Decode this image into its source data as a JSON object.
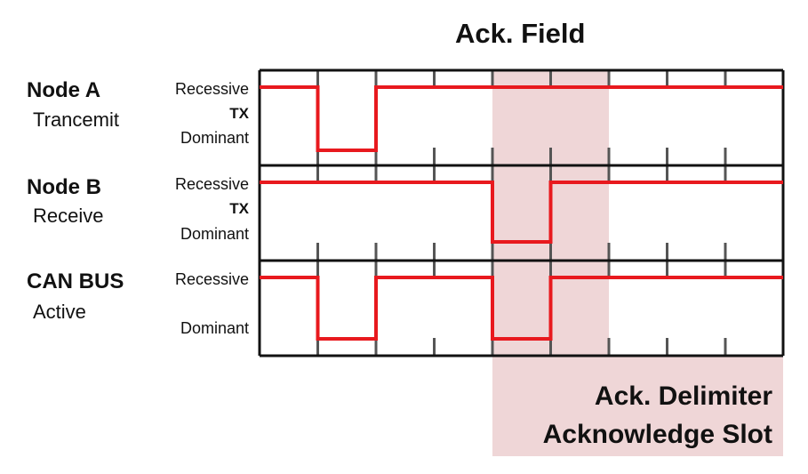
{
  "title": "Ack. Field",
  "colors": {
    "signal": "#e8191e",
    "highlight": "#efd6d7",
    "frame": "#111111",
    "tick": "#555555"
  },
  "rows": [
    {
      "name": "Node A",
      "mode": "Trancemit",
      "recessive": "Recessive",
      "dominant": "Dominant",
      "tx": "TX",
      "levels": [
        "R",
        "D",
        "R",
        "R",
        "R",
        "R",
        "R",
        "R",
        "R"
      ]
    },
    {
      "name": "Node B",
      "mode": "Receive",
      "recessive": "Recessive",
      "dominant": "Dominant",
      "tx": "TX",
      "levels": [
        "R",
        "R",
        "R",
        "R",
        "D",
        "R",
        "R",
        "R",
        "R"
      ]
    },
    {
      "name": "CAN BUS",
      "mode": "Active",
      "recessive": "Recessive",
      "dominant": "Dominant",
      "tx": "",
      "levels": [
        "R",
        "D",
        "R",
        "R",
        "D",
        "R",
        "R",
        "R",
        "R"
      ]
    }
  ],
  "bit_slots": 9,
  "highlight_slots": [
    4,
    5
  ],
  "legend": {
    "line1": "Ack. Delimiter",
    "line2": "Acknowledge Slot"
  }
}
